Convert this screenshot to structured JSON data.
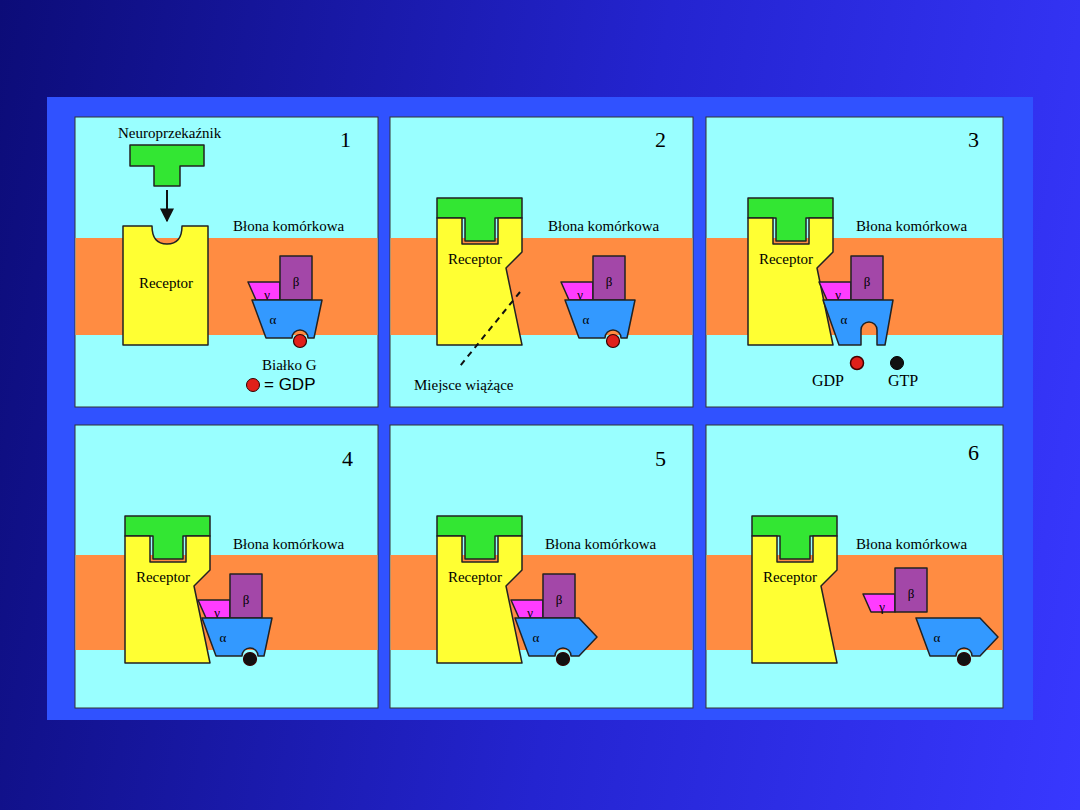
{
  "diagram": {
    "nodes": [
      {
        "text": [
          "Receptor"
        ]
      },
      {
        "text": [
          "γ"
        ]
      },
      {
        "text": [
          "β"
        ]
      },
      {
        "text": [
          "α"
        ]
      },
      {
        "text": [
          "Receptor"
        ]
      },
      {
        "text": [
          "γ"
        ]
      },
      {
        "text": [
          "β"
        ]
      },
      {
        "text": [
          "α"
        ]
      },
      {
        "text": [
          "Receptor"
        ]
      },
      {
        "text": [
          "γ"
        ]
      },
      {
        "text": [
          "β"
        ]
      },
      {
        "text": [
          "α"
        ]
      },
      {
        "text": [
          "Receptor"
        ]
      },
      {
        "text": [
          "γ"
        ]
      },
      {
        "text": [
          "β"
        ]
      },
      {
        "text": [
          "α"
        ]
      },
      {
        "text": [
          "Receptor"
        ]
      },
      {
        "text": [
          "γ"
        ]
      },
      {
        "text": [
          "β"
        ]
      },
      {
        "text": [
          "α"
        ]
      },
      {
        "text": [
          "Receptor"
        ]
      },
      {
        "text": [
          "γ"
        ]
      },
      {
        "text": [
          "β"
        ]
      },
      {
        "text": [
          "α"
        ]
      }
    ],
    "labels": [
      "Neuroprzekaźnik",
      "1",
      "Błona komórkowa",
      "Białko G",
      "2",
      "Błona komórkowa",
      "Miejsce wiążące",
      "3",
      "Błona komórkowa",
      "GDP",
      "GTP",
      "4",
      "Błona komórkowa",
      "5",
      "Błona komórkowa",
      "6",
      "Błona komórkowa"
    ],
    "legend": [
      {
        "text": "= GDP",
        "color": "#e0201a"
      }
    ]
  }
}
